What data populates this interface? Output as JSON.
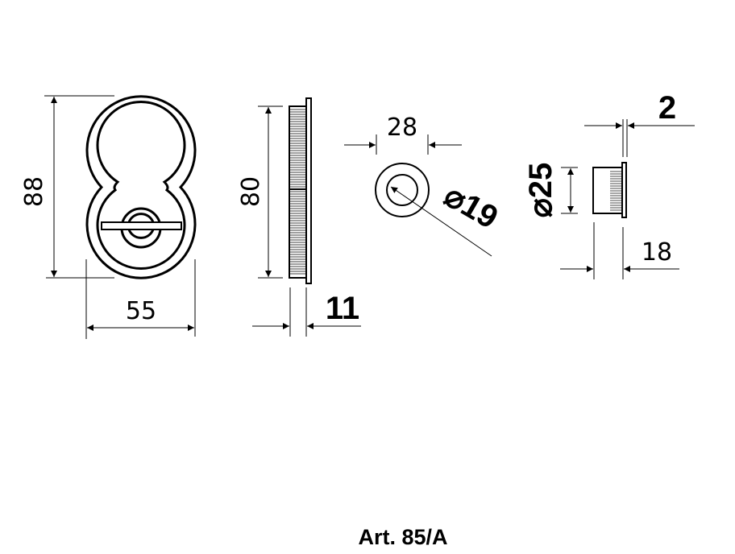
{
  "title": "Art. 85/A",
  "dimensions": {
    "front_height": "88",
    "front_width": "55",
    "side_height": "80",
    "side_depth": "11",
    "ring_outer_diameter": "28",
    "ring_inner_diameter": "⌀19",
    "cylinder_diameter": "⌀25",
    "flange_thickness": "2",
    "cylinder_length": "18"
  },
  "colors": {
    "line": "#000000",
    "background": "#ffffff"
  }
}
